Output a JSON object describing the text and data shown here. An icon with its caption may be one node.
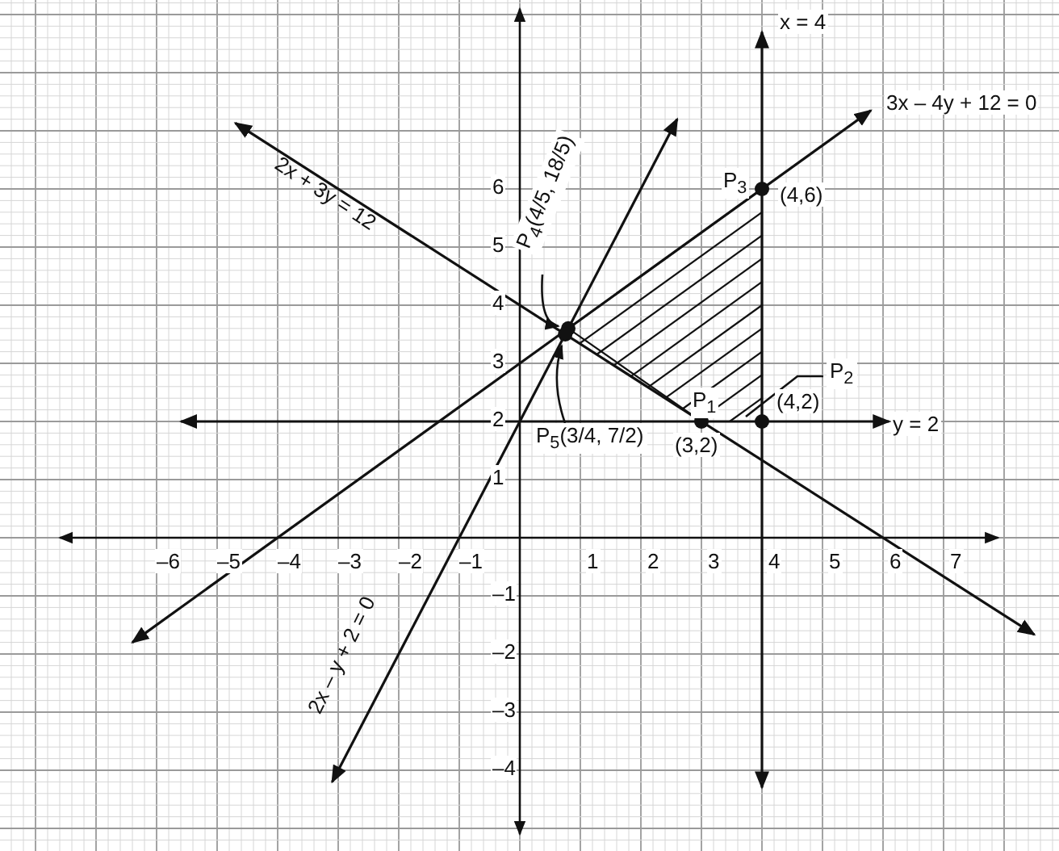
{
  "diagram": {
    "nodes": [
      {
        "text": [
          "P$_{4}$(4/5, 18/5)"
        ]
      },
      {
        "text": [],
        "shape": "circle"
      },
      {
        "text": [
          "P$_{5}$(3/4, 7/2)"
        ]
      },
      {
        "text": [],
        "shape": "circle"
      },
      {
        "text": [
          "P$_{2}$"
        ]
      },
      {
        "text": [],
        "shape": "polygon"
      }
    ],
    "edges": [
      {
        "from": 0,
        "to": 1,
        "arrow": "to"
      },
      {
        "from": 2,
        "to": 3,
        "arrow": "to"
      },
      {
        "from": 4,
        "to": 5,
        "arrow": "none"
      }
    ],
    "labels": [
      "x = 4",
      "3x – 4y + 12 = 0",
      "2x + 3y = 12",
      "y = 2",
      "2x – y + 2 = 0",
      "P$_{3}$",
      "(4,6)",
      "P$_{1}$",
      "(3,2)",
      "(4,2)",
      "6",
      "5",
      "4",
      "3",
      "2",
      "1",
      "–1",
      "–2",
      "–3",
      "–4",
      "–6",
      "–5",
      "–4",
      "–3",
      "–2",
      "–1",
      "1",
      "2",
      "3",
      "4",
      "5",
      "6",
      "7"
    ]
  }
}
